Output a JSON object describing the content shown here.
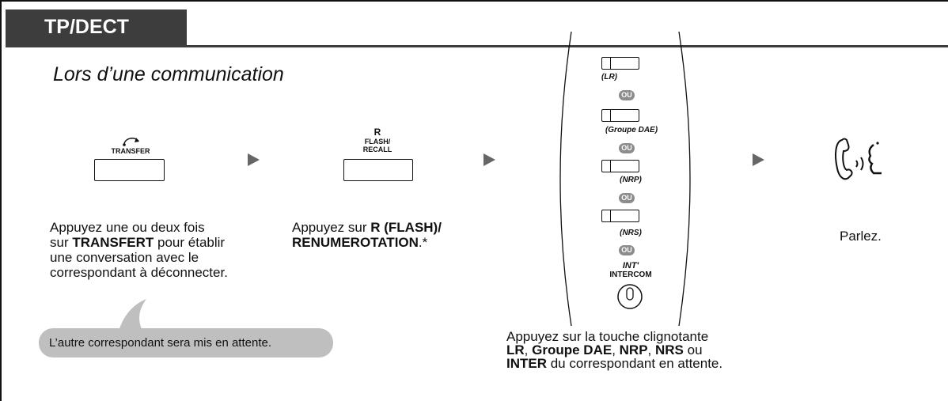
{
  "header": {
    "tab_label": "TP/DECT",
    "subtitle": "Lors d’une communication"
  },
  "step1": {
    "key_label": "TRANSFER",
    "description_line1": "Appuyez une ou deux fois",
    "description_line2_prefix": "sur ",
    "description_line2_bold": "TRANSFERT",
    "description_line2_suffix": " pour établir",
    "description_line3": "une conversation avec le",
    "description_line4": "correspondant à déconnecter."
  },
  "bubble": {
    "text": "L’autre correspondant sera mis en attente."
  },
  "step2": {
    "key_top": "R",
    "key_line1": "FLASH/",
    "key_line2": "RECALL",
    "description_prefix": "Appuyez sur ",
    "description_bold1": "R (FLASH)/",
    "description_bold2": "RENUMEROTATION",
    "description_suffix": ".*"
  },
  "step3": {
    "options": [
      "(LR)",
      "(Groupe DAE)",
      "(NRP)",
      "(NRS)"
    ],
    "ou_label": "OU",
    "int_label": "INT'",
    "intercom_label": "INTERCOM",
    "description_line1": "Appuyez sur la touche clignotante",
    "d2_b1": "LR",
    "d2_s1": ", ",
    "d2_b2": "Groupe DAE",
    "d2_s2": ", ",
    "d2_b3": "NRP",
    "d2_s3": ", ",
    "d2_b4": "NRS",
    "d2_s4": " ou",
    "d3_b1": "INTER",
    "d3_s1": " du correspondant en attente."
  },
  "step4": {
    "label": "Parlez."
  },
  "icons": {
    "transfer": "transfer-arrow-icon",
    "arrows": "triangle-right-icon",
    "talk": "handset-talk-icon",
    "intercom": "intercom-button-icon"
  },
  "colors": {
    "tab_bg": "#3d3d3d",
    "bubble_bg": "#bfbfbf",
    "ou_bg": "#8c8c8c",
    "arrow": "#666666"
  }
}
